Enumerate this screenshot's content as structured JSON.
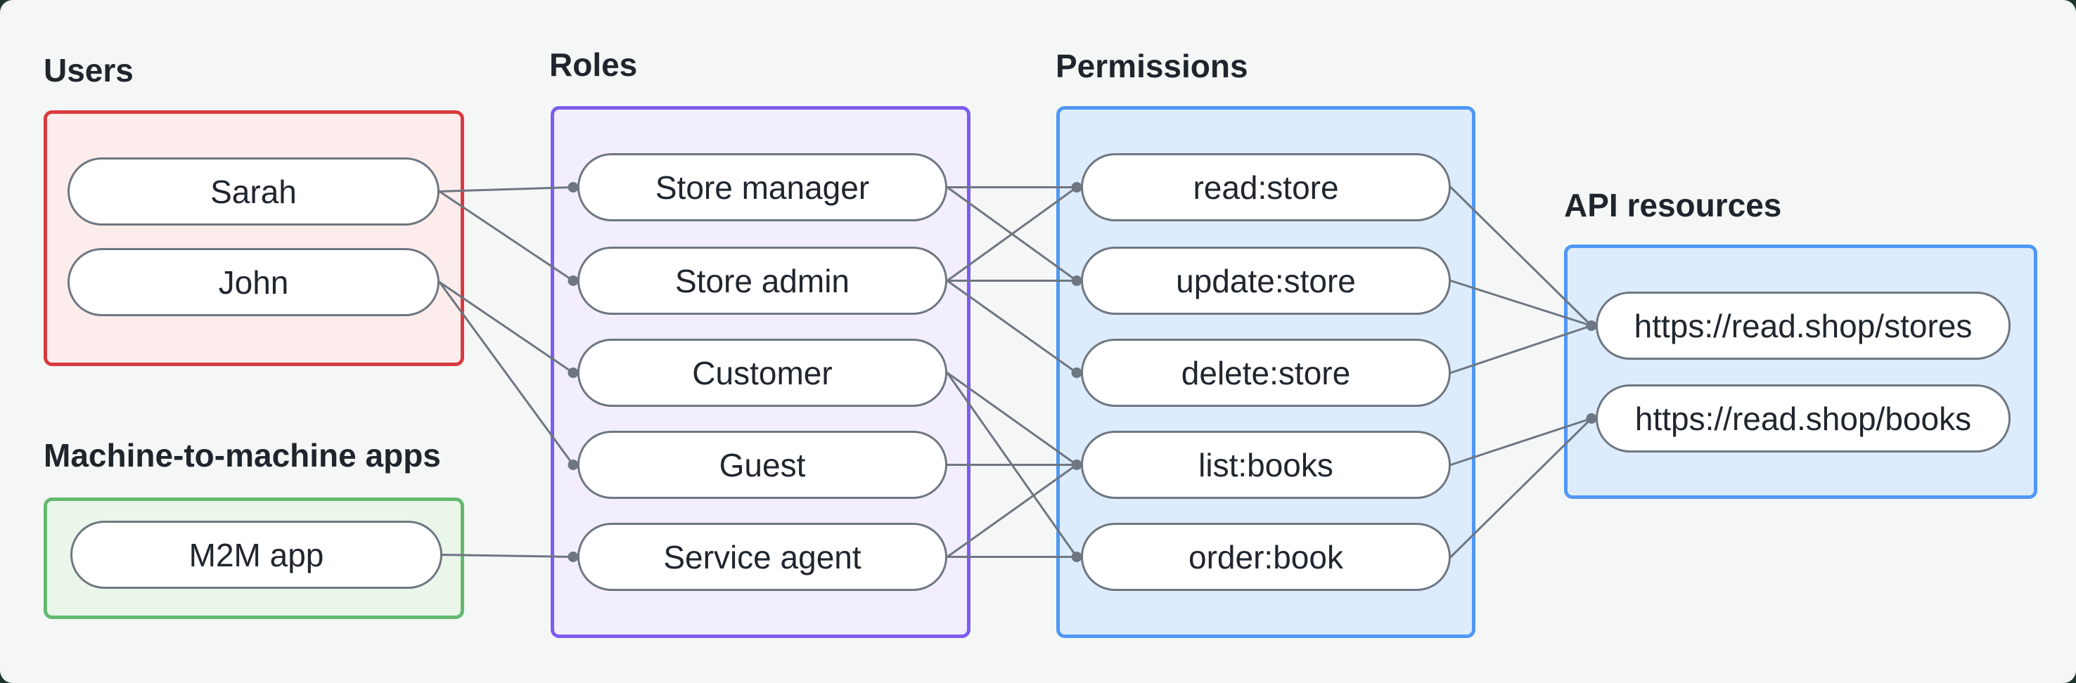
{
  "diagram": {
    "title_area": {},
    "groups": [
      {
        "id": "users",
        "label": "Users",
        "border_color": "#d93a3f",
        "fill_color": "#fcedec",
        "nodes": [
          {
            "id": "sarah",
            "label": "Sarah"
          },
          {
            "id": "john",
            "label": "John"
          }
        ]
      },
      {
        "id": "machine-to-machine-apps",
        "label": "Machine-to-machine apps",
        "border_color": "#63b96f",
        "fill_color": "#eaf6ea",
        "nodes": [
          {
            "id": "m2m-app",
            "label": "M2M app"
          }
        ]
      },
      {
        "id": "roles",
        "label": "Roles",
        "border_color": "#7c5cf1",
        "fill_color": "#f3eefd",
        "nodes": [
          {
            "id": "store-manager",
            "label": "Store manager"
          },
          {
            "id": "store-admin",
            "label": "Store admin"
          },
          {
            "id": "customer",
            "label": "Customer"
          },
          {
            "id": "guest",
            "label": "Guest"
          },
          {
            "id": "service-agent",
            "label": "Service agent"
          }
        ]
      },
      {
        "id": "permissions",
        "label": "Permissions",
        "border_color": "#4f97f4",
        "fill_color": "#ddecfc",
        "nodes": [
          {
            "id": "read-store",
            "label": "read:store"
          },
          {
            "id": "update-store",
            "label": "update:store"
          },
          {
            "id": "delete-store",
            "label": "delete:store"
          },
          {
            "id": "list-books",
            "label": "list:books"
          },
          {
            "id": "order-book",
            "label": "order:book"
          }
        ]
      },
      {
        "id": "api-resources",
        "label": "API resources",
        "border_color": "#4f97f4",
        "fill_color": "#ddecfc",
        "nodes": [
          {
            "id": "read-shop-stores",
            "label": "https://read.shop/stores"
          },
          {
            "id": "read-shop-books",
            "label": "https://read.shop/books"
          }
        ]
      }
    ],
    "edges": [
      {
        "from": "sarah",
        "to": "store-manager"
      },
      {
        "from": "sarah",
        "to": "store-admin"
      },
      {
        "from": "john",
        "to": "customer"
      },
      {
        "from": "john",
        "to": "guest"
      },
      {
        "from": "m2m-app",
        "to": "service-agent"
      },
      {
        "from": "store-manager",
        "to": "read-store"
      },
      {
        "from": "store-manager",
        "to": "update-store"
      },
      {
        "from": "store-admin",
        "to": "read-store"
      },
      {
        "from": "store-admin",
        "to": "update-store"
      },
      {
        "from": "store-admin",
        "to": "delete-store"
      },
      {
        "from": "customer",
        "to": "list-books"
      },
      {
        "from": "customer",
        "to": "order-book"
      },
      {
        "from": "guest",
        "to": "list-books"
      },
      {
        "from": "service-agent",
        "to": "list-books"
      },
      {
        "from": "service-agent",
        "to": "order-book"
      },
      {
        "from": "read-store",
        "to": "read-shop-stores"
      },
      {
        "from": "update-store",
        "to": "read-shop-stores"
      },
      {
        "from": "delete-store",
        "to": "read-shop-stores"
      },
      {
        "from": "list-books",
        "to": "read-shop-books"
      },
      {
        "from": "order-book",
        "to": "read-shop-books"
      }
    ],
    "edge_color": "#6e7681",
    "node_border_color": "#6e7781",
    "panel_background": "#f5f7f7",
    "backdrop_color": "#1d352a"
  }
}
